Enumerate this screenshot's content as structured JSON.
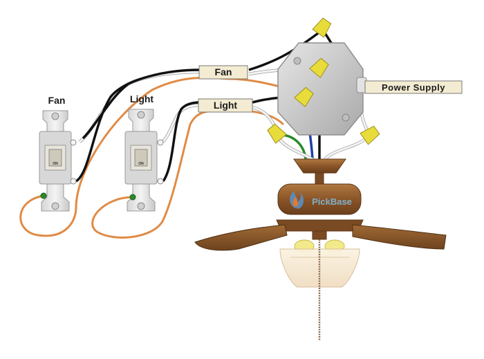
{
  "switches": {
    "fan": {
      "title": "Fan",
      "toggle_text": "ON"
    },
    "light": {
      "title": "Light",
      "toggle_text": "ON"
    }
  },
  "cables": {
    "fan_label": "Fan",
    "light_label": "Light",
    "power_label": "Power  Supply"
  },
  "fan_unit": {
    "logo_text": "PickBase"
  },
  "colors": {
    "hot_black": "#111111",
    "neutral_white": "#f4f4f4",
    "ground_bare": "#e08a45",
    "fan_blue": "#1f3fa8",
    "ground_green": "#2a8a2a",
    "wire_nut": "#e8dc3a",
    "box_gray": "#c9c9c9",
    "fan_wood": "#8e5a2d",
    "cable_sheath": "#f3ecd2"
  }
}
